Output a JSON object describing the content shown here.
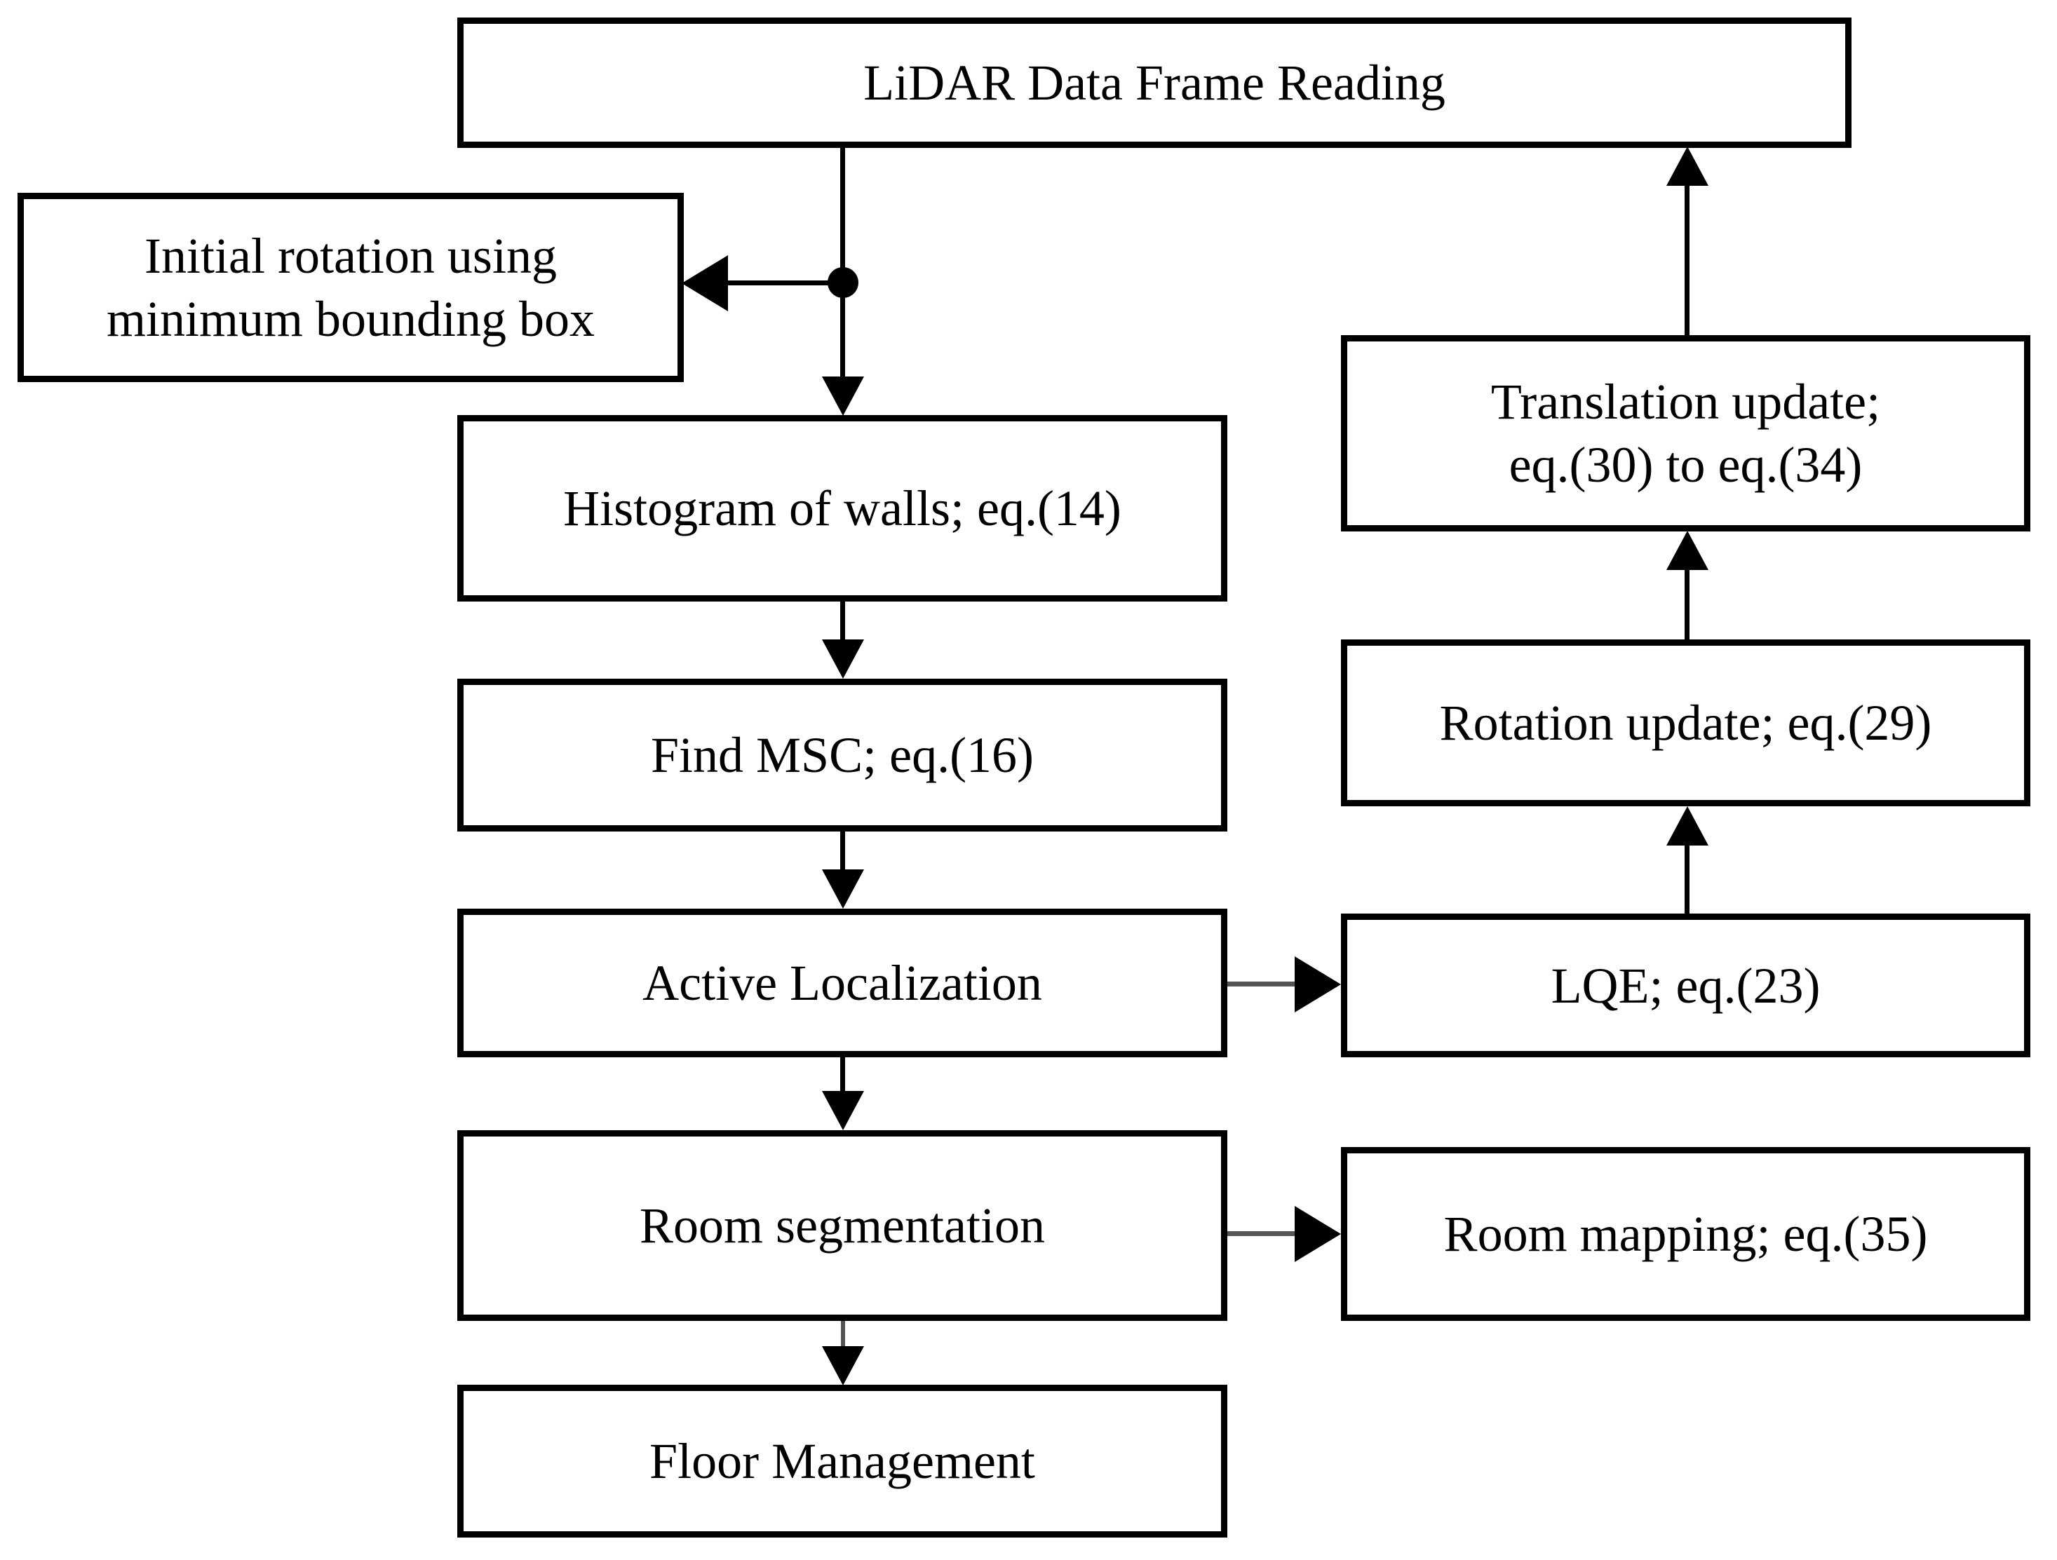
{
  "diagram": {
    "title": "LiDAR SLAM Processing Pipeline Flowchart",
    "background_color": "#ffffff",
    "line_color": "#000000",
    "text_color": "#000000",
    "nodes": [
      {
        "id": "lidar",
        "label": "LiDAR Data Frame Reading"
      },
      {
        "id": "initrot",
        "label": "Initial rotation using\nminimum bounding box"
      },
      {
        "id": "histogram",
        "label": "Histogram of walls; eq.(14)"
      },
      {
        "id": "findmsc",
        "label": "Find MSC; eq.(16)"
      },
      {
        "id": "activeloc",
        "label": "Active Localization"
      },
      {
        "id": "roomseg",
        "label": "Room segmentation"
      },
      {
        "id": "floormgmt",
        "label": "Floor Management"
      },
      {
        "id": "translation",
        "label": "Translation update;\neq.(30) to eq.(34)"
      },
      {
        "id": "rotation",
        "label": "Rotation update; eq.(29)"
      },
      {
        "id": "lqe",
        "label": "LQE; eq.(23)"
      },
      {
        "id": "roommap",
        "label": "Room mapping; eq.(35)"
      }
    ],
    "edges": [
      {
        "from": "lidar",
        "to": "initrot",
        "direction": "left",
        "has_junction_dot": true
      },
      {
        "from": "lidar",
        "to": "histogram",
        "direction": "down"
      },
      {
        "from": "histogram",
        "to": "findmsc",
        "direction": "down"
      },
      {
        "from": "findmsc",
        "to": "activeloc",
        "direction": "down"
      },
      {
        "from": "activeloc",
        "to": "roomseg",
        "direction": "down"
      },
      {
        "from": "roomseg",
        "to": "floormgmt",
        "direction": "down"
      },
      {
        "from": "activeloc",
        "to": "lqe",
        "direction": "right"
      },
      {
        "from": "roomseg",
        "to": "roommap",
        "direction": "right"
      },
      {
        "from": "lqe",
        "to": "rotation",
        "direction": "up"
      },
      {
        "from": "rotation",
        "to": "translation",
        "direction": "up"
      },
      {
        "from": "translation",
        "to": "lidar",
        "direction": "up"
      }
    ]
  }
}
